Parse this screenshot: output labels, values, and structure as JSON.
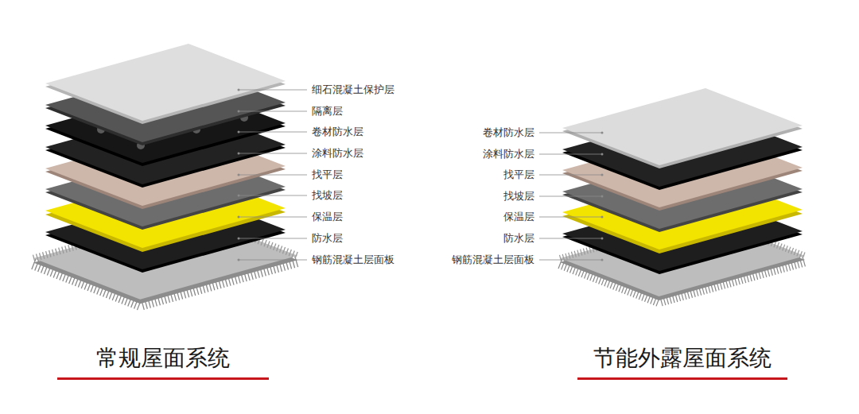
{
  "diagram": {
    "labels": [
      "细石混凝土保护层",
      "隔离层",
      "卷材防水层",
      "涂料防水层",
      "找平层",
      "找坡层",
      "保温层",
      "防水层",
      "钢筋混凝土层面板",
      "卷材防水层",
      "涂料防水层",
      "找平层",
      "找坡层",
      "保温层",
      "防水层",
      "钢筋混凝土层面板",
      "常规屋面系统",
      "节能外露屋面系统"
    ]
  }
}
